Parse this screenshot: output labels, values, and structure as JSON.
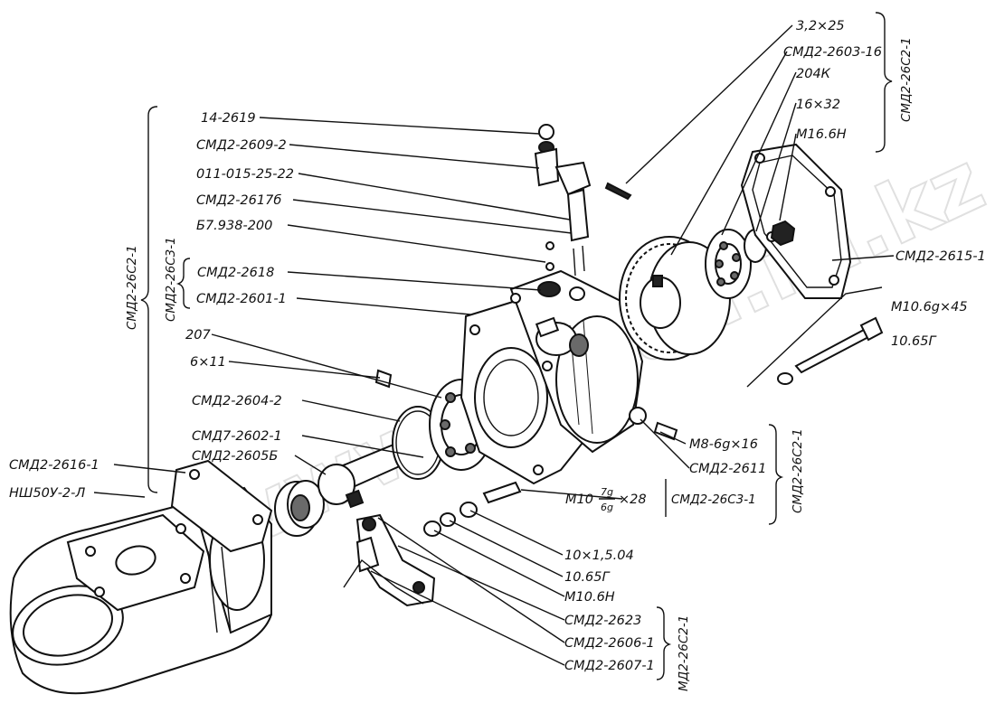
{
  "labels": {
    "l_3_2x25": "3,2×25",
    "l_2603_16": "СМД2-2603-16",
    "l_204k": "204К",
    "l_16x32": "16×32",
    "l_m16": "М16.6Н",
    "l_14_2619": "14-2619",
    "l_2609_2": "СМД2-2609-2",
    "l_011": "011-015-25-22",
    "l_2617b": "СМД2-2617б",
    "l_b7": "Б7.938-200",
    "l_2618": "СМД2-2618",
    "l_2601_1": "СМД2-2601-1",
    "l_207": "207",
    "l_6x11": "6×11",
    "l_2604_2": "СМД2-2604-2",
    "l_2602_1": "СМД7-2602-1",
    "l_2605b": "СМД2-2605Б",
    "l_2616_1": "СМД2-2616-1",
    "l_nsh": "НШ50У-2-Л",
    "l_2615_1": "СМД2-2615-1",
    "l_m10x45": "М10.6g×45",
    "l_10_65g_top": "10.65Г",
    "l_m8": "М8-6g×16",
    "l_2611": "СМД2-2611",
    "l_m10_pre": "М10",
    "l_m10_num": "7g",
    "l_m10_den": "6g",
    "l_m10_post": "×28",
    "l_10x1_5": "10×1,5.04",
    "l_10_65g_low": "10.65Г",
    "l_m10_6n": "М10.6Н",
    "l_2623": "СМД2-2623",
    "l_2606_1": "СМД2-2606-1",
    "l_2607_1": "СМД2-2607-1"
  },
  "groups": {
    "g_top_right": "СМД2-26С2-1",
    "g_left_outer": "СМД2-26С2-1",
    "g_left_inner": "СМД2-26С3-1",
    "g_mid_right": "СМД2-26С3-1",
    "g_far_right": "СМД2-26С2-1",
    "g_bottom": "МД2-26С2-1"
  },
  "watermark": {
    "text": "www.sinbad.ru.kz",
    "color": "#c8c8c8"
  }
}
